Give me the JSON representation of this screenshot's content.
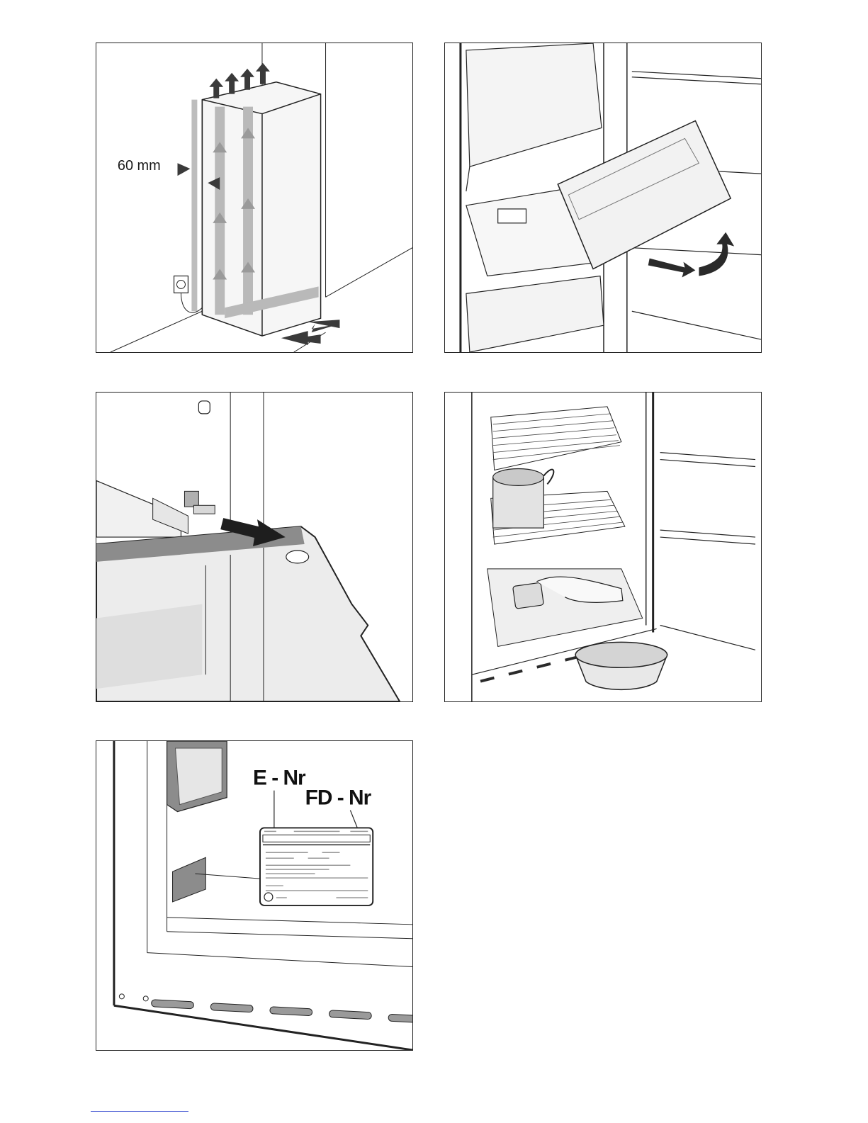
{
  "panels": {
    "ventilation": {
      "clearance_label": "60 mm"
    },
    "rating_plate": {
      "e_nr_label": "E - Nr",
      "fd_nr_label": "FD - Nr"
    }
  },
  "colors": {
    "line": "#222222",
    "airflow": "#b9b9b9",
    "arrow": "#3a3a3a",
    "panel_fill": "#f1f1f1",
    "mid_gray": "#8c8c8c"
  }
}
